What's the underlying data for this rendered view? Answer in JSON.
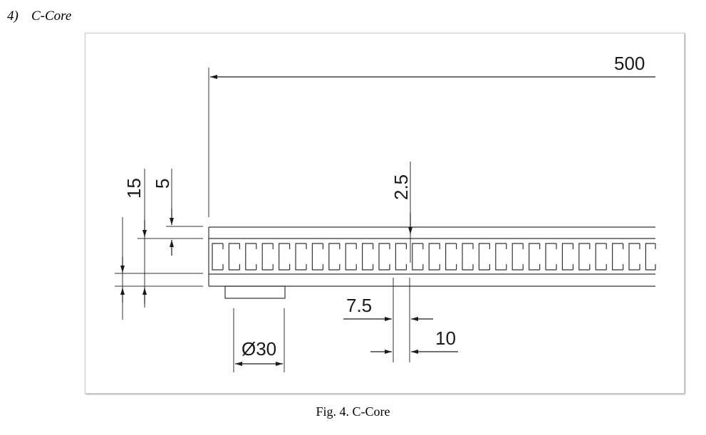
{
  "section": {
    "number": "4)",
    "title": "C-Core"
  },
  "drawing": {
    "dimensions": {
      "length": "500",
      "flange_height": "15",
      "web_height": "5",
      "sheet_thickness": "2.5",
      "gap_width": "7.5",
      "cell_width": "10",
      "diameter": "Ø30"
    }
  },
  "caption": "Fig. 4. C-Core"
}
